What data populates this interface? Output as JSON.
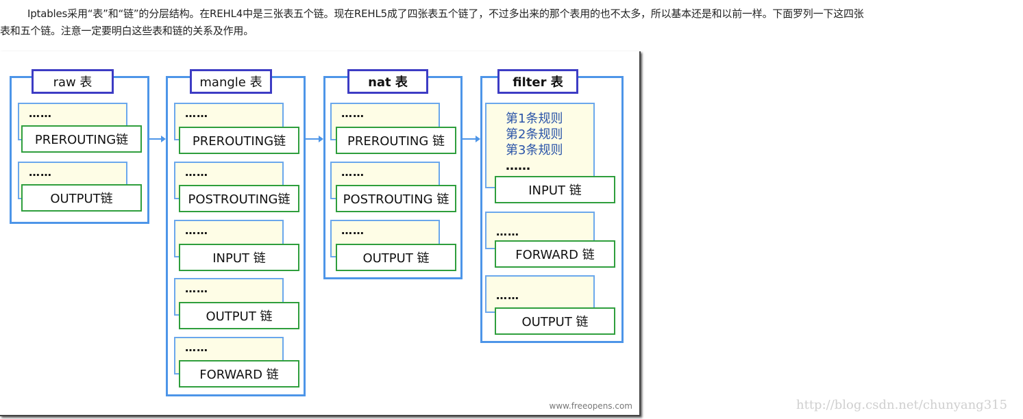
{
  "paragraph": {
    "line1": "Iptables采用“表”和“链”的分层结构。在REHL4中是三张表五个链。现在REHL5成了四张表五个链了，不过多出来的那个表用的也不太多，所以基本还是和以前一样。下面罗列一下这四张",
    "line2": "表和五个链。注意一定要明白这些表和链的关系及作用。"
  },
  "figure": {
    "credit": "www.freeopens.com",
    "dots": "……",
    "tables": [
      {
        "title": "raw 表",
        "chains": [
          "PREROUTING链",
          "OUTPUT链"
        ]
      },
      {
        "title": "mangle 表",
        "chains": [
          "PREROUTING链",
          "POSTROUTING链",
          "INPUT 链",
          "OUTPUT 链",
          "FORWARD 链"
        ]
      },
      {
        "title": "nat 表",
        "chains": [
          "PREROUTING 链",
          "POSTROUTING 链",
          "OUTPUT 链"
        ]
      },
      {
        "title": "filter 表",
        "rules": [
          "第1条规则",
          "第2条规则",
          "第3条规则"
        ],
        "chains": [
          "INPUT 链",
          "FORWARD 链",
          "OUTPUT 链"
        ]
      }
    ]
  },
  "watermark": "http://blog.csdn.net/chunyang315"
}
